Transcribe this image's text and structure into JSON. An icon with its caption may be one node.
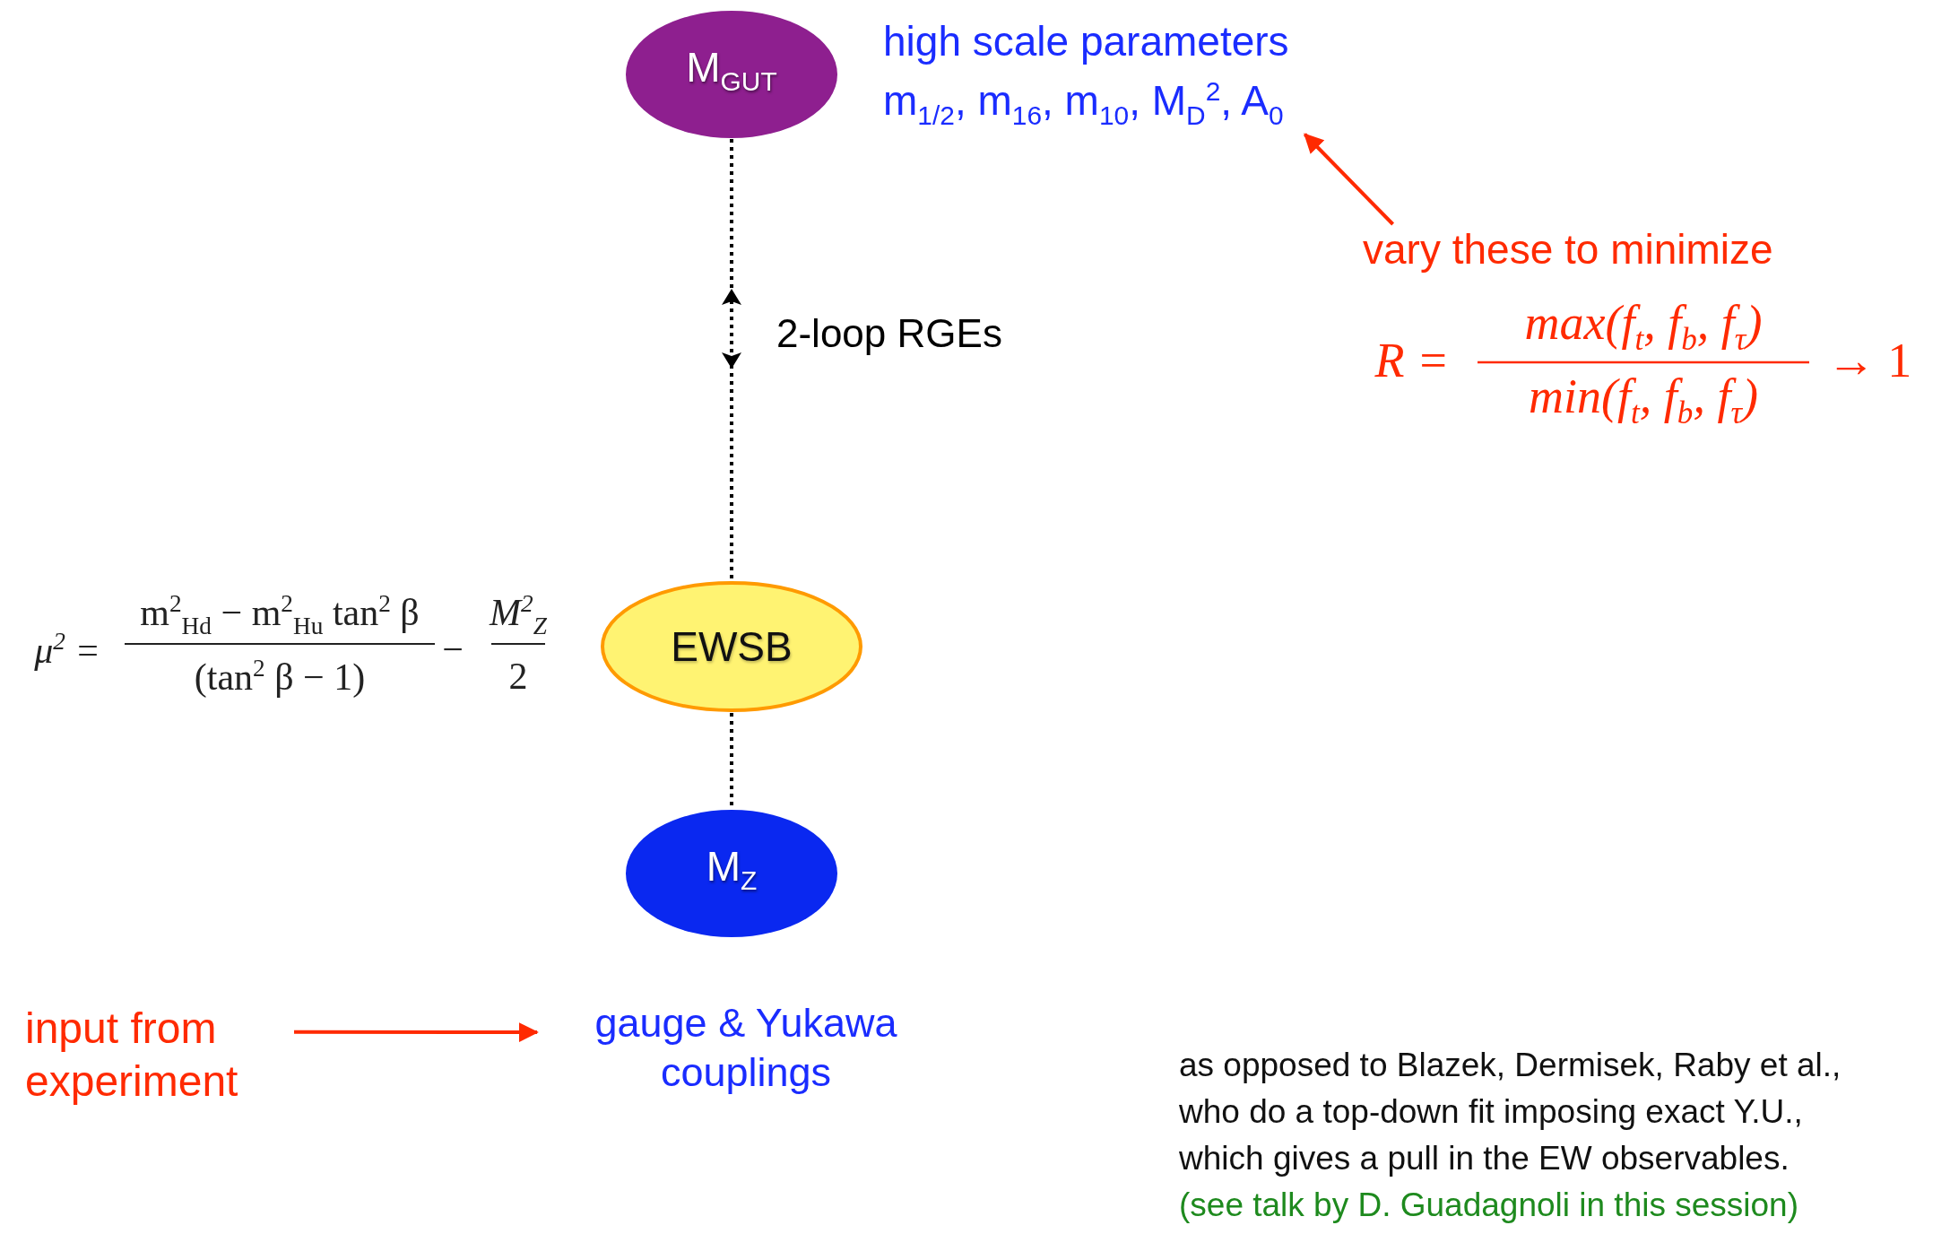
{
  "diagram": {
    "nodes": [
      {
        "text": [
          "M$_{GUT}$"
        ]
      },
      {
        "text": [
          "high scale parameters",
          "m$_{1/2}$, m$_{16}$, m$_{10}$, M$_{D}$$^{2}$, A$_{0}$"
        ]
      },
      {
        "text": [
          "vary these to minimize"
        ]
      },
      {
        "text": [
          "EWSB"
        ]
      },
      {
        "text": [
          "M$_{Z}$"
        ]
      },
      {
        "text": [
          "input from experiment"
        ]
      },
      {
        "text": [
          "gauge & Yukawa couplings"
        ]
      }
    ],
    "edges": [
      {
        "from": 0,
        "to": 3,
        "arrow": "both",
        "label": "2-loop RGEs",
        "style": "dashed"
      },
      {
        "from": 3,
        "to": 4,
        "arrow": "none",
        "style": "dashed"
      },
      {
        "from": 2,
        "to": 1,
        "arrow": "to",
        "color": "#ff2a00"
      },
      {
        "from": 5,
        "to": 6,
        "arrow": "to",
        "color": "#ff2a00"
      }
    ],
    "labels": [
      "R =",
      "max(f$_{t}$, f$_{b}$, f$_{τ}$)",
      "min(f$_{t}$, f$_{b}$, f$_{τ}$)",
      "→ 1",
      "μ$^{2}$ =",
      "m$^{2}$$_{Hd}$ − m$^{2}$$_{Hu}$ tan$^{2}$ β",
      "(tan$^{2}$ β − 1)",
      "−",
      "M$^{2}$$_{Z}$",
      "2",
      "as opposed to Blazek, Dermisek, Raby et al., who do a top-down fit imposing exact Y.U., which gives a pull in the EW observables.",
      "(see talk by D. Guadagnoli in this session)"
    ]
  }
}
